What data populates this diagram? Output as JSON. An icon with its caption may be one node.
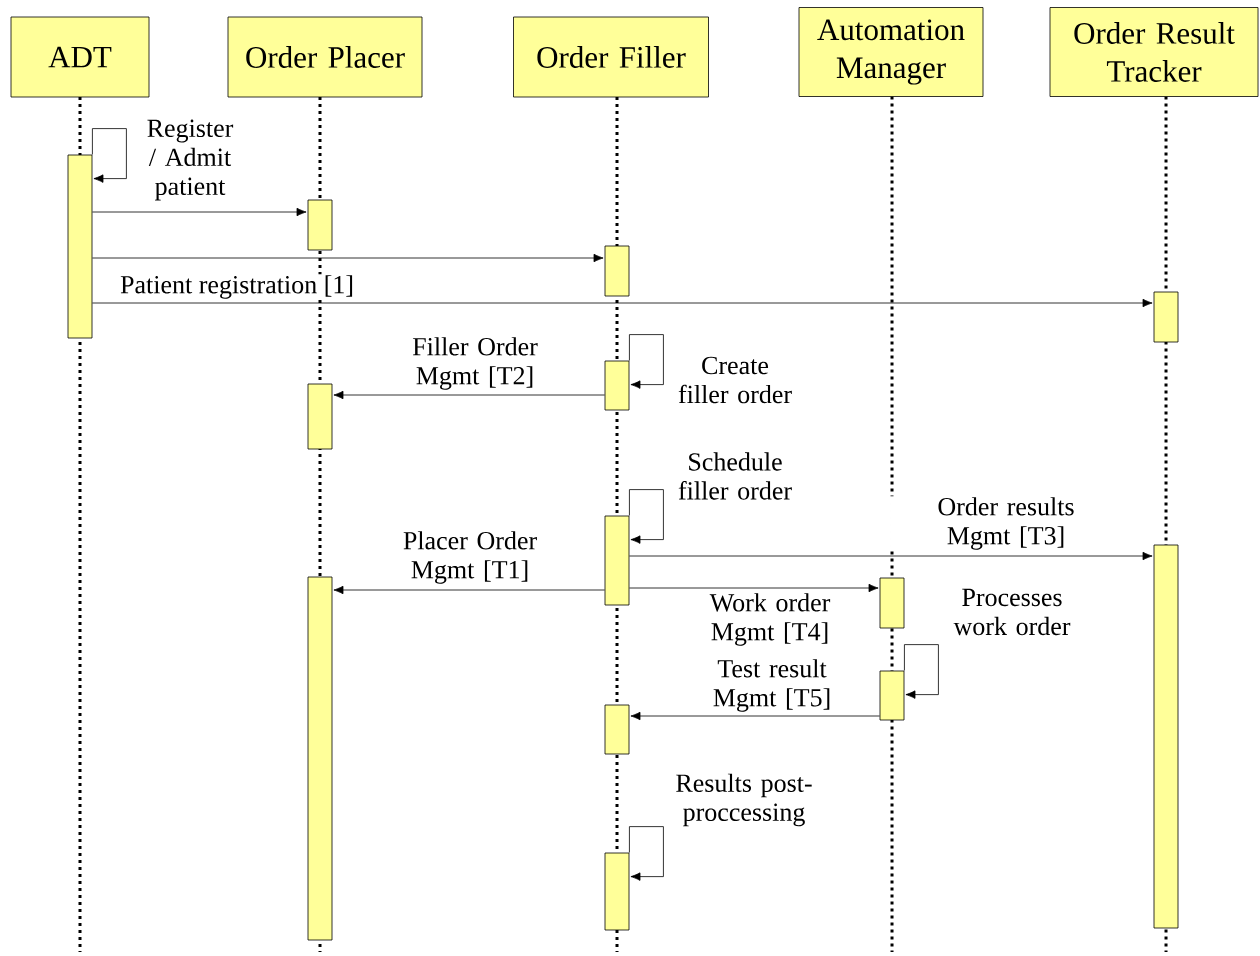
{
  "diagram": {
    "nodes": [
      {
        "text": [
          "ADT"
        ]
      },
      {
        "text": [
          "Order Placer"
        ]
      },
      {
        "text": [
          "Order Filler"
        ]
      },
      {
        "text": [
          "Automation Manager"
        ]
      },
      {
        "text": [
          "Order Result Tracker"
        ]
      },
      {
        "text": [],
        "shape": "bar"
      },
      {
        "text": [],
        "shape": "bar"
      },
      {
        "text": [],
        "shape": "bar"
      },
      {
        "text": [],
        "shape": "bar"
      },
      {
        "text": [],
        "shape": "bar"
      },
      {
        "text": [],
        "shape": "bar"
      },
      {
        "text": [],
        "shape": "bar"
      },
      {
        "text": [],
        "shape": "bar"
      },
      {
        "text": [],
        "shape": "bar"
      },
      {
        "text": [],
        "shape": "bar"
      },
      {
        "text": [],
        "shape": "bar"
      },
      {
        "text": [],
        "shape": "bar"
      },
      {
        "text": [],
        "shape": "bar"
      }
    ],
    "edges": [
      {
        "from": 5,
        "to": 5,
        "arrow": "to",
        "label": "Register / Admit patient"
      },
      {
        "from": 5,
        "to": 6,
        "arrow": "to"
      },
      {
        "from": 5,
        "to": 7,
        "arrow": "to"
      },
      {
        "from": 5,
        "to": 8,
        "arrow": "to",
        "label": "Patient registration [1]"
      },
      {
        "from": 9,
        "to": 9,
        "arrow": "to",
        "label": "Create filler order"
      },
      {
        "from": 9,
        "to": 10,
        "arrow": "to",
        "label": "Filler Order Mgmt [T2]"
      },
      {
        "from": 11,
        "to": 11,
        "arrow": "to",
        "label": "Schedule filler order"
      },
      {
        "from": 11,
        "to": 12,
        "arrow": "to",
        "label": "Order results Mgmt [T3]"
      },
      {
        "from": 11,
        "to": 14,
        "arrow": "to",
        "label": "Work order Mgmt [T4]"
      },
      {
        "from": 11,
        "to": 13,
        "arrow": "to",
        "label": "Placer Order Mgmt [T1]"
      },
      {
        "from": 15,
        "to": 15,
        "arrow": "to",
        "label": "Processes work order"
      },
      {
        "from": 15,
        "to": 16,
        "arrow": "to",
        "label": "Test result Mgmt [T5]"
      },
      {
        "from": 17,
        "to": 17,
        "arrow": "to",
        "label": "Results post-proccessing"
      }
    ]
  }
}
